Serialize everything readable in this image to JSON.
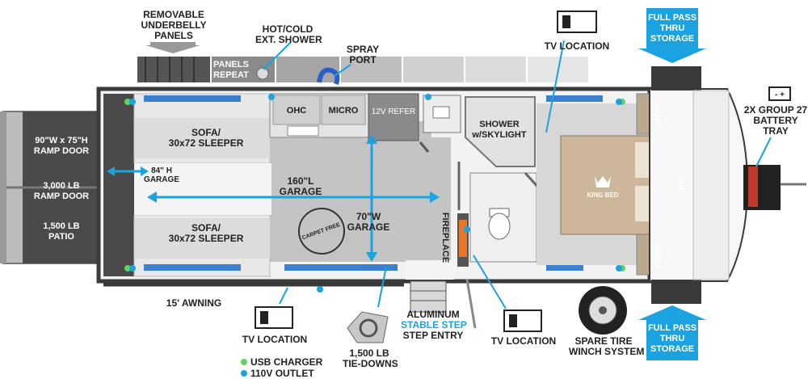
{
  "labels": {
    "removable_panels": "REMOVABLE\nUNDERBELLY\nPANELS",
    "hot_cold_shower": "HOT/COLD\nEXT. SHOWER",
    "panels_repeat": "PANELS\nREPEAT",
    "spray_port": "SPRAY\nPORT",
    "tv_location_top": "TV LOCATION",
    "full_pass_top": "FULL PASS\nTHRU\nSTORAGE",
    "battery_tray": "2X GROUP 27\nBATTERY\nTRAY",
    "ramp_door_size": "90\"W x 75\"H\nRAMP DOOR",
    "ramp_door_weight": "3,000 LB\nRAMP DOOR",
    "patio": "1,500 LB\nPATIO",
    "sofa_top": "SOFA/\n30x72 SLEEPER",
    "sofa_bottom": "SOFA/\n30x72 SLEEPER",
    "garage_height": "84\" H\nGARAGE",
    "garage_length": "160\"L\nGARAGE",
    "garage_width": "70\"W\nGARAGE",
    "carpet_free": "CARPET FREE",
    "ohc_kitchen": "OHC",
    "micro": "MICRO",
    "refer": "12V REFER",
    "shower_skylight": "SHOWER\nw/SKYLIGHT",
    "fireplace": "FIREPLACE",
    "ward_top": "WARD",
    "ward_bottom": "WARD",
    "ohc_bed": "OHC",
    "king_bed": "KING BED",
    "awning": "15' AWNING",
    "tv_location_bottom_left": "TV LOCATION",
    "tie_downs": "1,500 LB\nTIE-DOWNS",
    "aluminum": "ALUMINUM",
    "stable_step": "STABLE STEP",
    "step_entry": "STEP ENTRY",
    "tv_location_bottom_right": "TV LOCATION",
    "spare_tire": "SPARE TIRE\nWINCH SYSTEM",
    "full_pass_bottom": "FULL PASS\nTHRU\nSTORAGE",
    "battery_symbol": "- +"
  },
  "legend": [
    {
      "label": "USB CHARGER",
      "color": "#5fd35f"
    },
    {
      "label": "110V OUTLET",
      "color": "#1aa3e0"
    }
  ],
  "colors": {
    "accent_blue": "#1aa3e0",
    "wall": "#3a3a3a",
    "floor": "#bdbdbd",
    "ramp": "#4a4a4a",
    "bed": "#cdb79a"
  },
  "icons": [
    "tv-icon",
    "crown-icon",
    "wheel-icon",
    "tie-down-icon",
    "battery-icon",
    "shower-hose-icon",
    "arrow-down-icon",
    "arrow-up-icon"
  ]
}
